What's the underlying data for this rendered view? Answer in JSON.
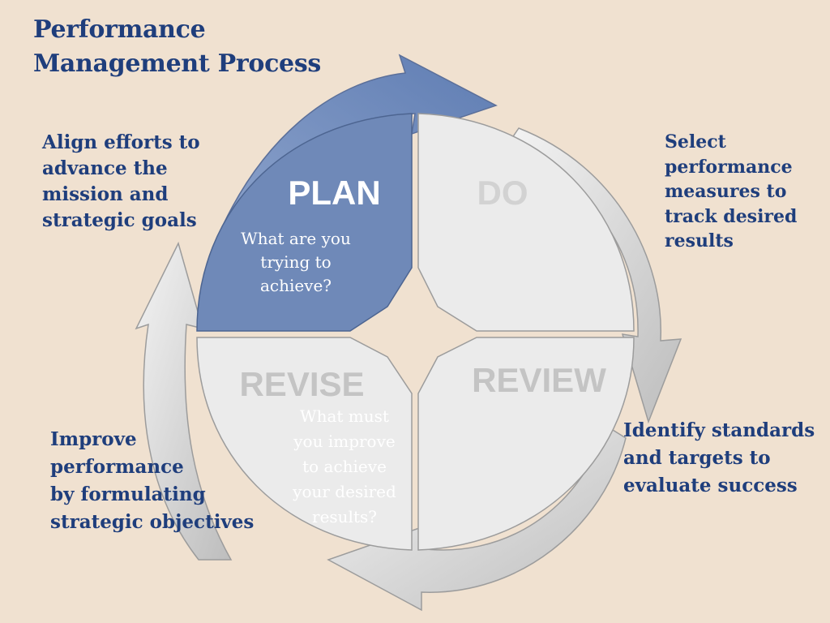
{
  "title_lines": [
    "Performance",
    "Management Process"
  ],
  "stages": {
    "plan": {
      "label": "PLAN",
      "question": [
        "What are you",
        "trying to",
        "achieve?"
      ]
    },
    "do": {
      "label": "DO"
    },
    "review": {
      "label": "REVIEW"
    },
    "revise": {
      "label": "REVISE",
      "question": [
        "What must",
        "you improve",
        "to achieve",
        "your desired",
        "results?"
      ]
    }
  },
  "captions": {
    "plan": [
      "Align efforts to",
      "advance the",
      "mission and",
      "strategic goals"
    ],
    "do": [
      "Select",
      "performance",
      "measures to",
      "track desired",
      "results"
    ],
    "review": [
      "Identify standards",
      "and targets to",
      "evaluate success"
    ],
    "revise": [
      "Improve",
      "performance",
      "by formulating",
      "strategic objectives"
    ]
  },
  "colors": {
    "background": "#f0e1d0",
    "title": "#1f3e7c",
    "plan_fill": "#6f89b8",
    "quadrant_fill": "#ebebeb",
    "arrow_fill": "#d9d9d9",
    "active_arrow_fill": "#7b95c1"
  }
}
